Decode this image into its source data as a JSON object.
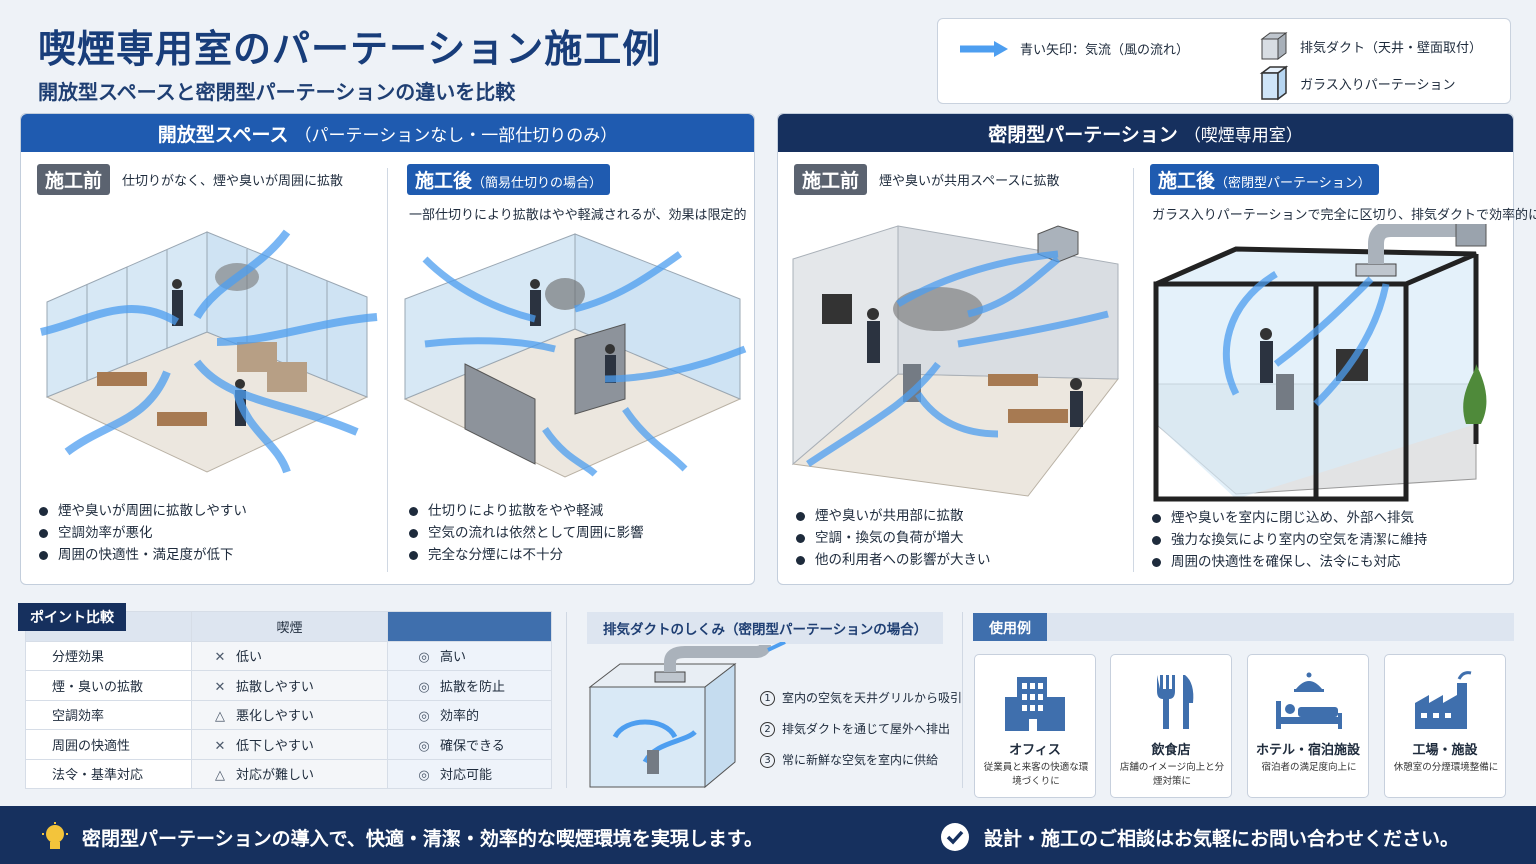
{
  "header": {
    "title": "喫煙専用室のパーテーション施工例",
    "subtitle": "開放型スペースと密閉型パーテーションの違いを比較"
  },
  "legend": {
    "airflow": "青い矢印：気流（風の流れ）",
    "duct": "排気ダクト（天井・壁面取付）",
    "glass": "ガラス入りパーテーション"
  },
  "open_panel": {
    "title": "開放型スペース",
    "title_sub": "（パーテーションなし・一部仕切りのみ）",
    "before": {
      "badge": "施工前",
      "desc": "仕切りがなく、煙や臭いが周囲に拡散",
      "bullets": [
        "煙や臭いが周囲に拡散しやすい",
        "空調効率が悪化",
        "周囲の快適性・満足度が低下"
      ]
    },
    "after": {
      "badge": "施工後",
      "badge_sub": "（簡易仕切りの場合）",
      "desc": "一部仕切りにより拡散はやや軽減されるが、効果は限定的",
      "bullets": [
        "仕切りにより拡散をやや軽減",
        "空気の流れは依然として周囲に影響",
        "完全な分煙には不十分"
      ]
    }
  },
  "closed_panel": {
    "title": "密閉型パーテーション",
    "title_sub": "（喫煙専用室）",
    "before": {
      "badge": "施工前",
      "desc": "煙や臭いが共用スペースに拡散",
      "bullets": [
        "煙や臭いが共用部に拡散",
        "空調・換気の負荷が増大",
        "他の利用者への影響が大きい"
      ]
    },
    "after": {
      "badge": "施工後",
      "badge_sub": "（密閉型パーテーション）",
      "desc": "ガラス入りパーテーションで完全に区切り、排気ダクトで効率的に排気",
      "bullets": [
        "煙や臭いを室内に閉じ込め、外部へ排気",
        "強力な換気により室内の空気を清潔に維持",
        "周囲の快適性を確保し、法令にも対応"
      ]
    }
  },
  "comparison": {
    "label": "ポイント比較",
    "col_header": "喫煙",
    "rows": [
      {
        "key": "分煙効果",
        "m1": "✕",
        "v1": "低い",
        "m2": "◎",
        "v2": "高い"
      },
      {
        "key": "煙・臭いの拡散",
        "m1": "✕",
        "v1": "拡散しやすい",
        "m2": "◎",
        "v2": "拡散を防止"
      },
      {
        "key": "空調効率",
        "m1": "△",
        "v1": "悪化しやすい",
        "m2": "◎",
        "v2": "効率的"
      },
      {
        "key": "周囲の快適性",
        "m1": "✕",
        "v1": "低下しやすい",
        "m2": "◎",
        "v2": "確保できる"
      },
      {
        "key": "法令・基準対応",
        "m1": "△",
        "v1": "対応が難しい",
        "m2": "◎",
        "v2": "対応可能"
      }
    ]
  },
  "duct": {
    "title": "排気ダクトのしくみ（密閉型パーテーションの場合）",
    "steps": [
      {
        "n": "1",
        "text": "室内の空気を天井グリルから吸引"
      },
      {
        "n": "2",
        "text": "排気ダクトを通じて屋外へ排出"
      },
      {
        "n": "3",
        "text": "常に新鮮な空気を室内に供給"
      }
    ]
  },
  "usage": {
    "title": "使用例",
    "cards": [
      {
        "name": "オフィス",
        "desc": "従業員と来客の快適な環境づくりに"
      },
      {
        "name": "飲食店",
        "desc": "店舗のイメージ向上と分煙対策に"
      },
      {
        "name": "ホテル・宿泊施設",
        "desc": "宿泊者の満足度向上に"
      },
      {
        "name": "工場・施設",
        "desc": "休憩室の分煙環境整備に"
      }
    ]
  },
  "footer": {
    "left": "密閉型パーテーションの導入で、快適・清潔・効率的な喫煙環境を実現します。",
    "right": "設計・施工のご相談はお気軽にお問い合わせください。"
  },
  "colors": {
    "primary": "#1f5bb0",
    "navy": "#16305e",
    "airflow": "#4d9ef0"
  }
}
